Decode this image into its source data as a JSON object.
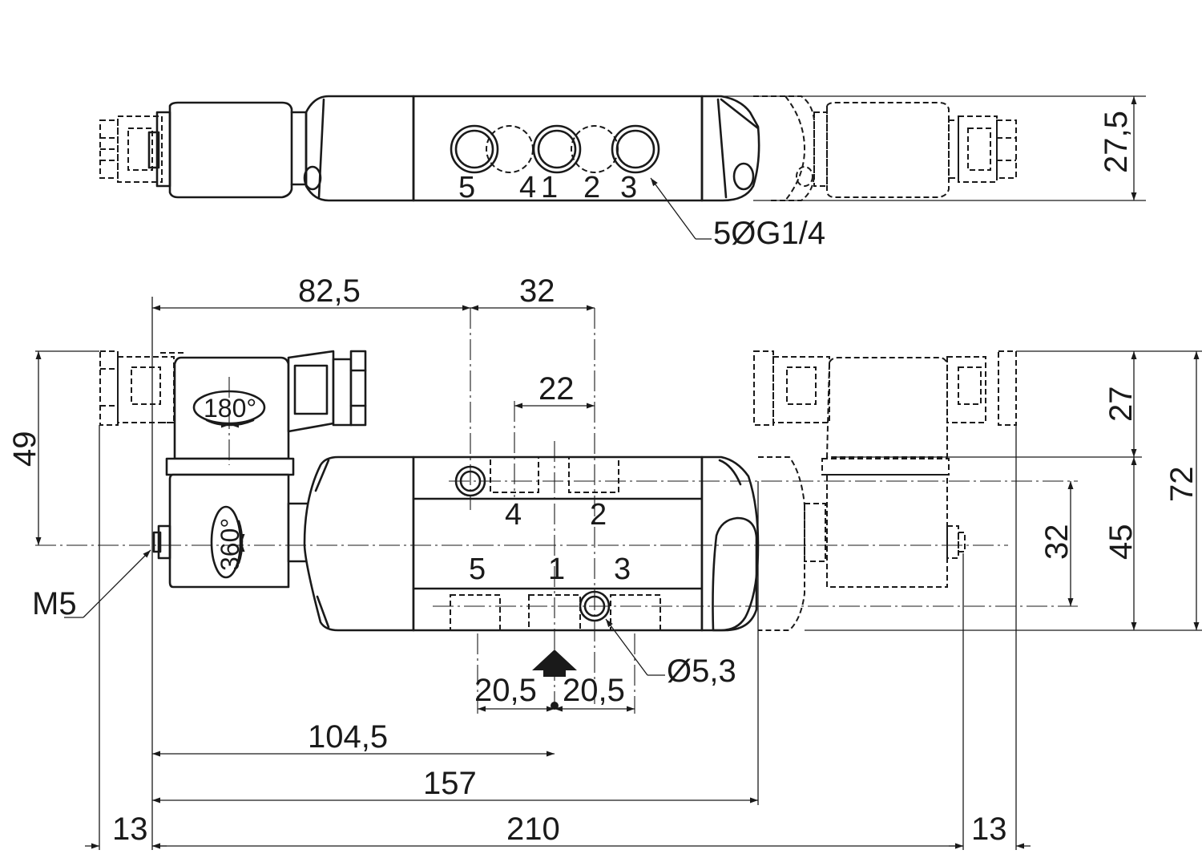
{
  "dimensions": {
    "d_82_5": "82,5",
    "d_32_top": "32",
    "d_22": "22",
    "d_49": "49",
    "d_27": "27",
    "d_72": "72",
    "d_32_right": "32",
    "d_45": "45",
    "d_27_5": "27,5",
    "d_20_5_left": "20,5",
    "d_20_5_right": "20,5",
    "d_104_5": "104,5",
    "d_157": "157",
    "d_210": "210",
    "d_13_left": "13",
    "d_13_right": "13"
  },
  "annotations": {
    "ports_thread": "5ØG1/4",
    "mounting_hole": "Ø5,3",
    "pilot_thread": "M5",
    "rotation_180": "180°",
    "rotation_360": "360°"
  },
  "top_view_ports": [
    "5",
    "4",
    "1",
    "2",
    "3"
  ],
  "front_view_ports_upper": [
    "4",
    "2"
  ],
  "front_view_ports_lower": [
    "5",
    "1",
    "3"
  ],
  "colors": {
    "line": "#1a1a1a",
    "background": "#ffffff"
  }
}
